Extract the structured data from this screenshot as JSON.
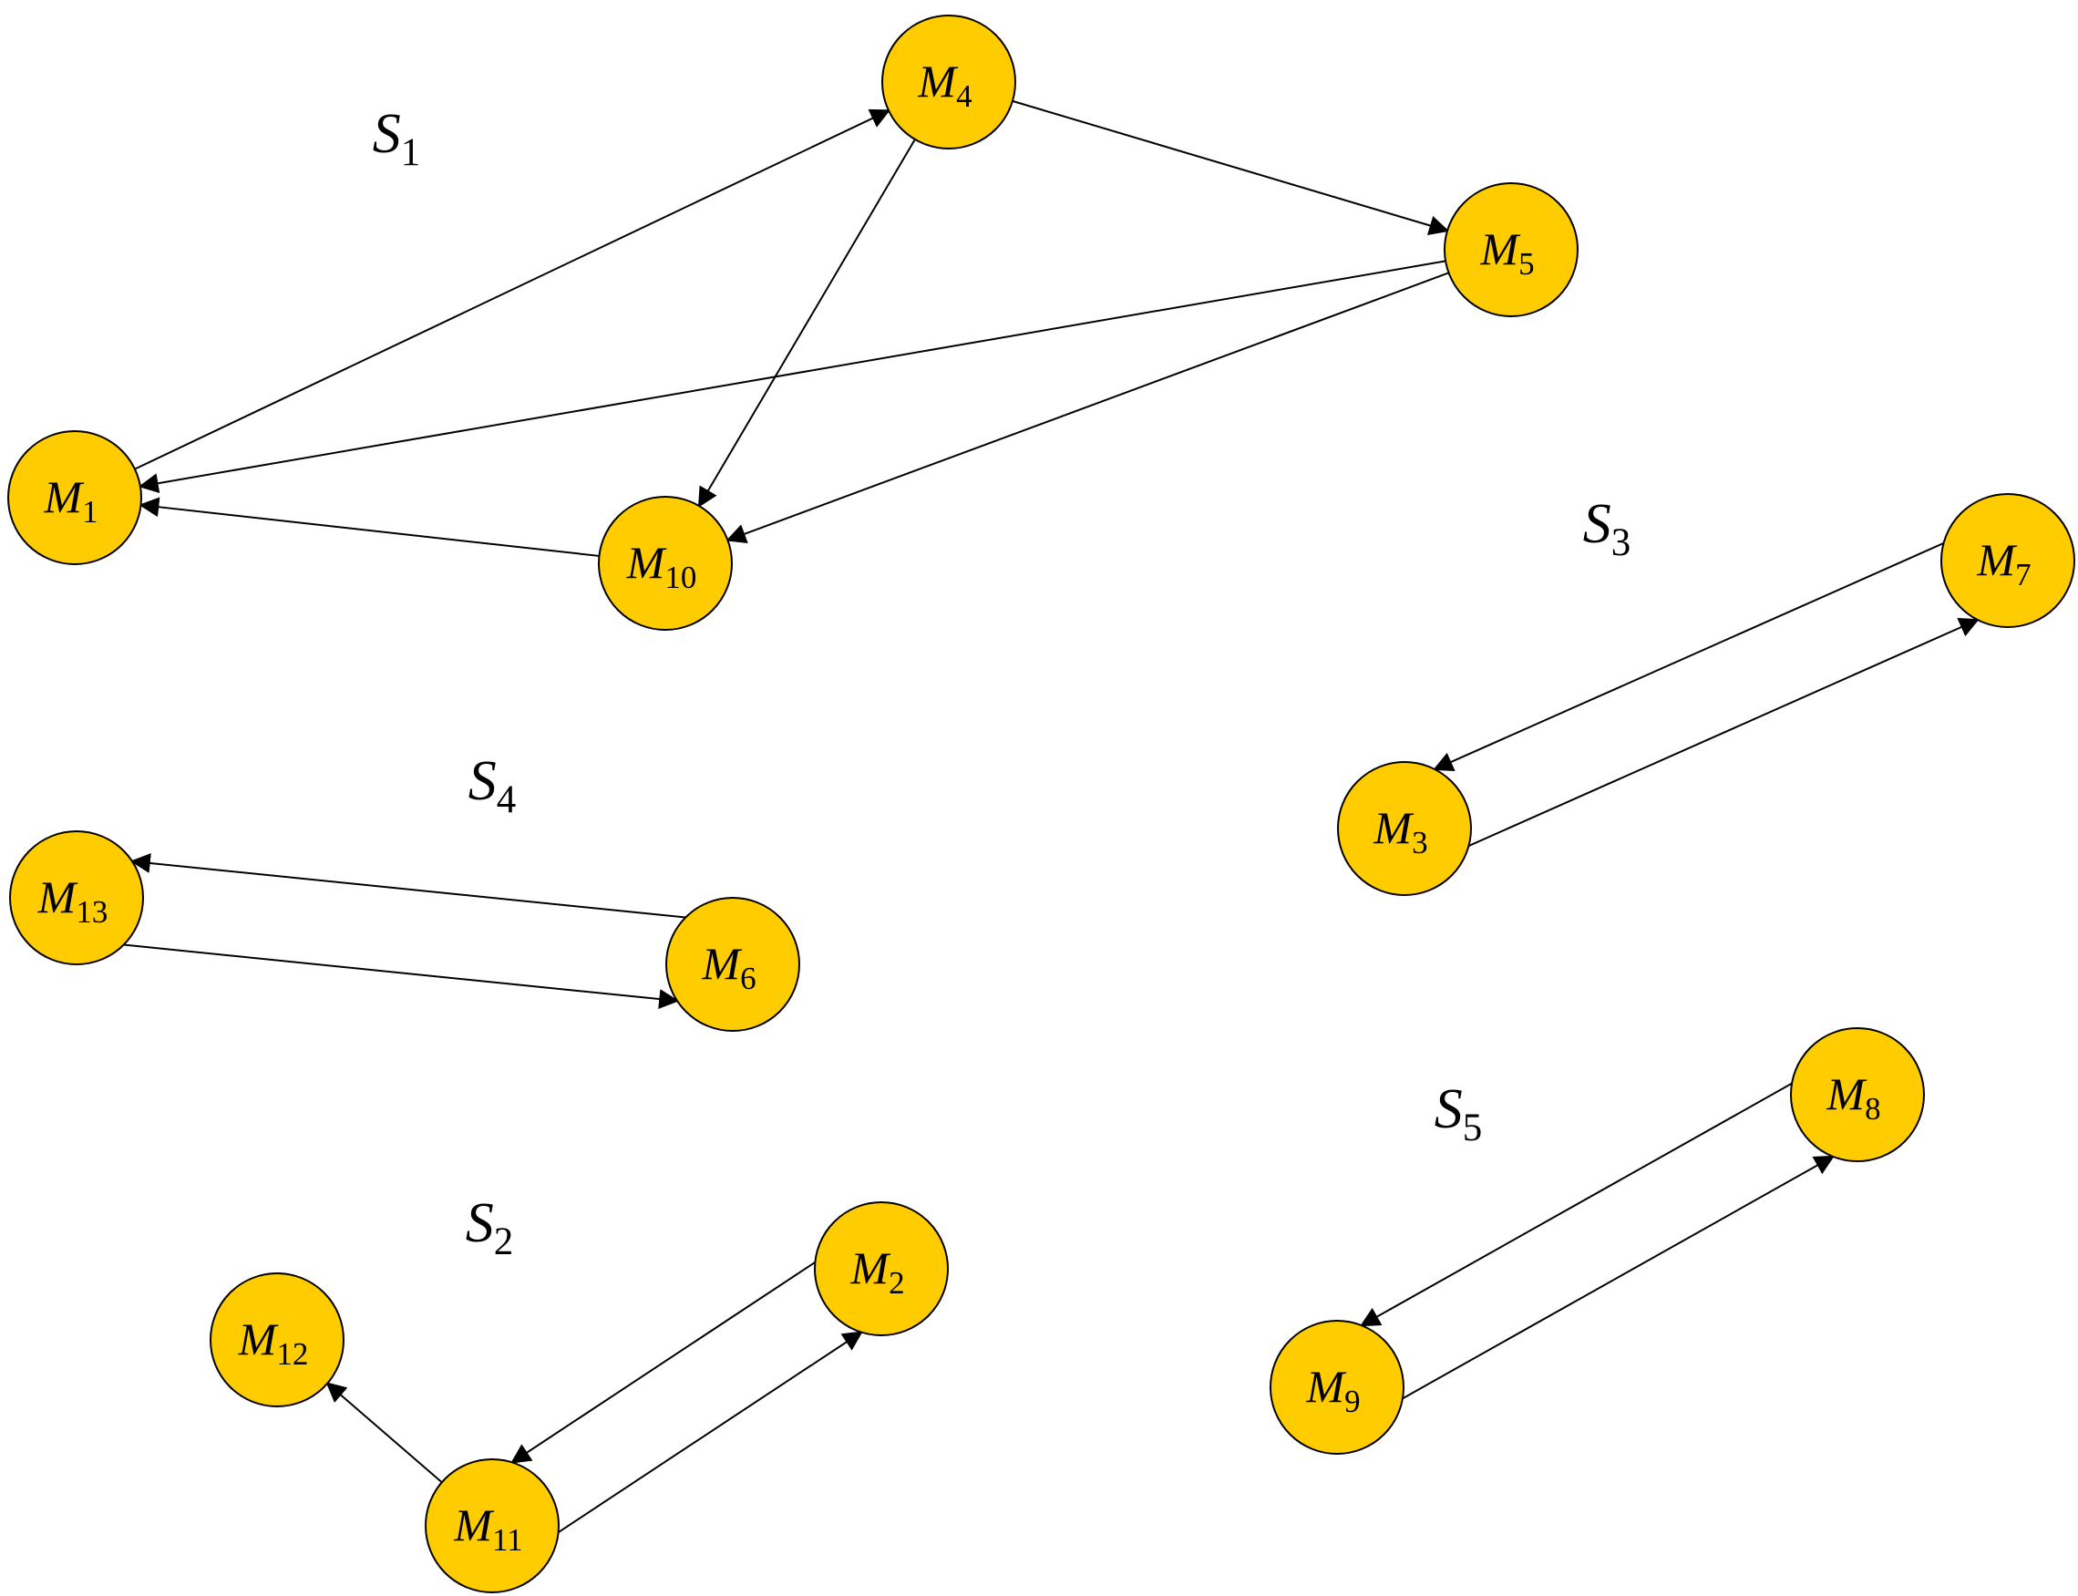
{
  "colors": {
    "node_fill": "#FFCC00",
    "stroke": "#000000",
    "background": "#FFFFFF"
  },
  "nodes": [
    {
      "id": "M1",
      "label": "M",
      "sub": "1"
    },
    {
      "id": "M2",
      "label": "M",
      "sub": "2"
    },
    {
      "id": "M3",
      "label": "M",
      "sub": "3"
    },
    {
      "id": "M4",
      "label": "M",
      "sub": "4"
    },
    {
      "id": "M5",
      "label": "M",
      "sub": "5"
    },
    {
      "id": "M6",
      "label": "M",
      "sub": "6"
    },
    {
      "id": "M7",
      "label": "M",
      "sub": "7"
    },
    {
      "id": "M8",
      "label": "M",
      "sub": "8"
    },
    {
      "id": "M9",
      "label": "M",
      "sub": "9"
    },
    {
      "id": "M10",
      "label": "M",
      "sub": "10"
    },
    {
      "id": "M11",
      "label": "M",
      "sub": "11"
    },
    {
      "id": "M12",
      "label": "M",
      "sub": "12"
    },
    {
      "id": "M13",
      "label": "M",
      "sub": "13"
    }
  ],
  "groups": [
    {
      "id": "S1",
      "label": "S",
      "sub": "1"
    },
    {
      "id": "S2",
      "label": "S",
      "sub": "2"
    },
    {
      "id": "S3",
      "label": "S",
      "sub": "3"
    },
    {
      "id": "S4",
      "label": "S",
      "sub": "4"
    },
    {
      "id": "S5",
      "label": "S",
      "sub": "5"
    }
  ],
  "edges": [
    {
      "from": "M1",
      "to": "M4"
    },
    {
      "from": "M4",
      "to": "M5"
    },
    {
      "from": "M5",
      "to": "M1"
    },
    {
      "from": "M4",
      "to": "M10"
    },
    {
      "from": "M5",
      "to": "M10"
    },
    {
      "from": "M10",
      "to": "M1"
    },
    {
      "from": "M3",
      "to": "M7"
    },
    {
      "from": "M7",
      "to": "M3"
    },
    {
      "from": "M6",
      "to": "M13"
    },
    {
      "from": "M13",
      "to": "M6"
    },
    {
      "from": "M2",
      "to": "M11"
    },
    {
      "from": "M11",
      "to": "M2"
    },
    {
      "from": "M11",
      "to": "M12"
    },
    {
      "from": "M9",
      "to": "M8"
    },
    {
      "from": "M8",
      "to": "M9"
    }
  ]
}
